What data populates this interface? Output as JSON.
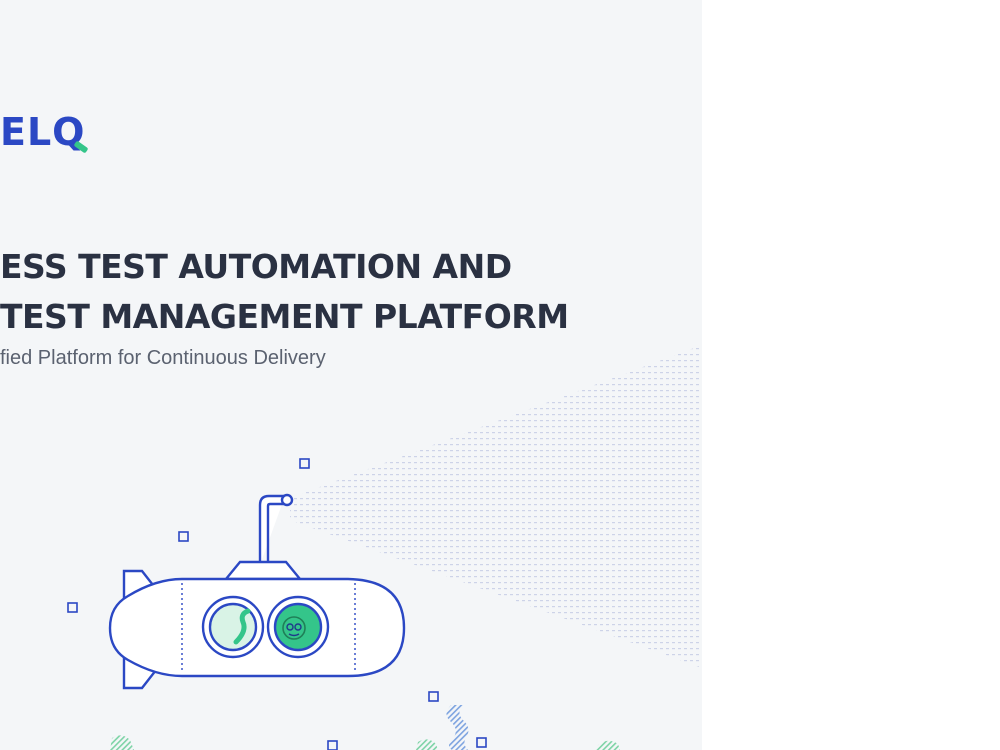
{
  "brand": {
    "logo_text_a": "EL",
    "logo_text_b": "Q",
    "colors": {
      "primary": "#2b48c4",
      "accent": "#34c58a",
      "text": "#2a3142",
      "muted": "#5b6270",
      "panel": "#f4f6f8"
    }
  },
  "hero": {
    "headline_line1": "ESS TEST AUTOMATION AND",
    "headline_line2": "TEST MANAGEMENT PLATFORM",
    "subtitle": "fied Platform for Continuous Delivery"
  },
  "illustration": {
    "icon": "submarine-icon"
  }
}
